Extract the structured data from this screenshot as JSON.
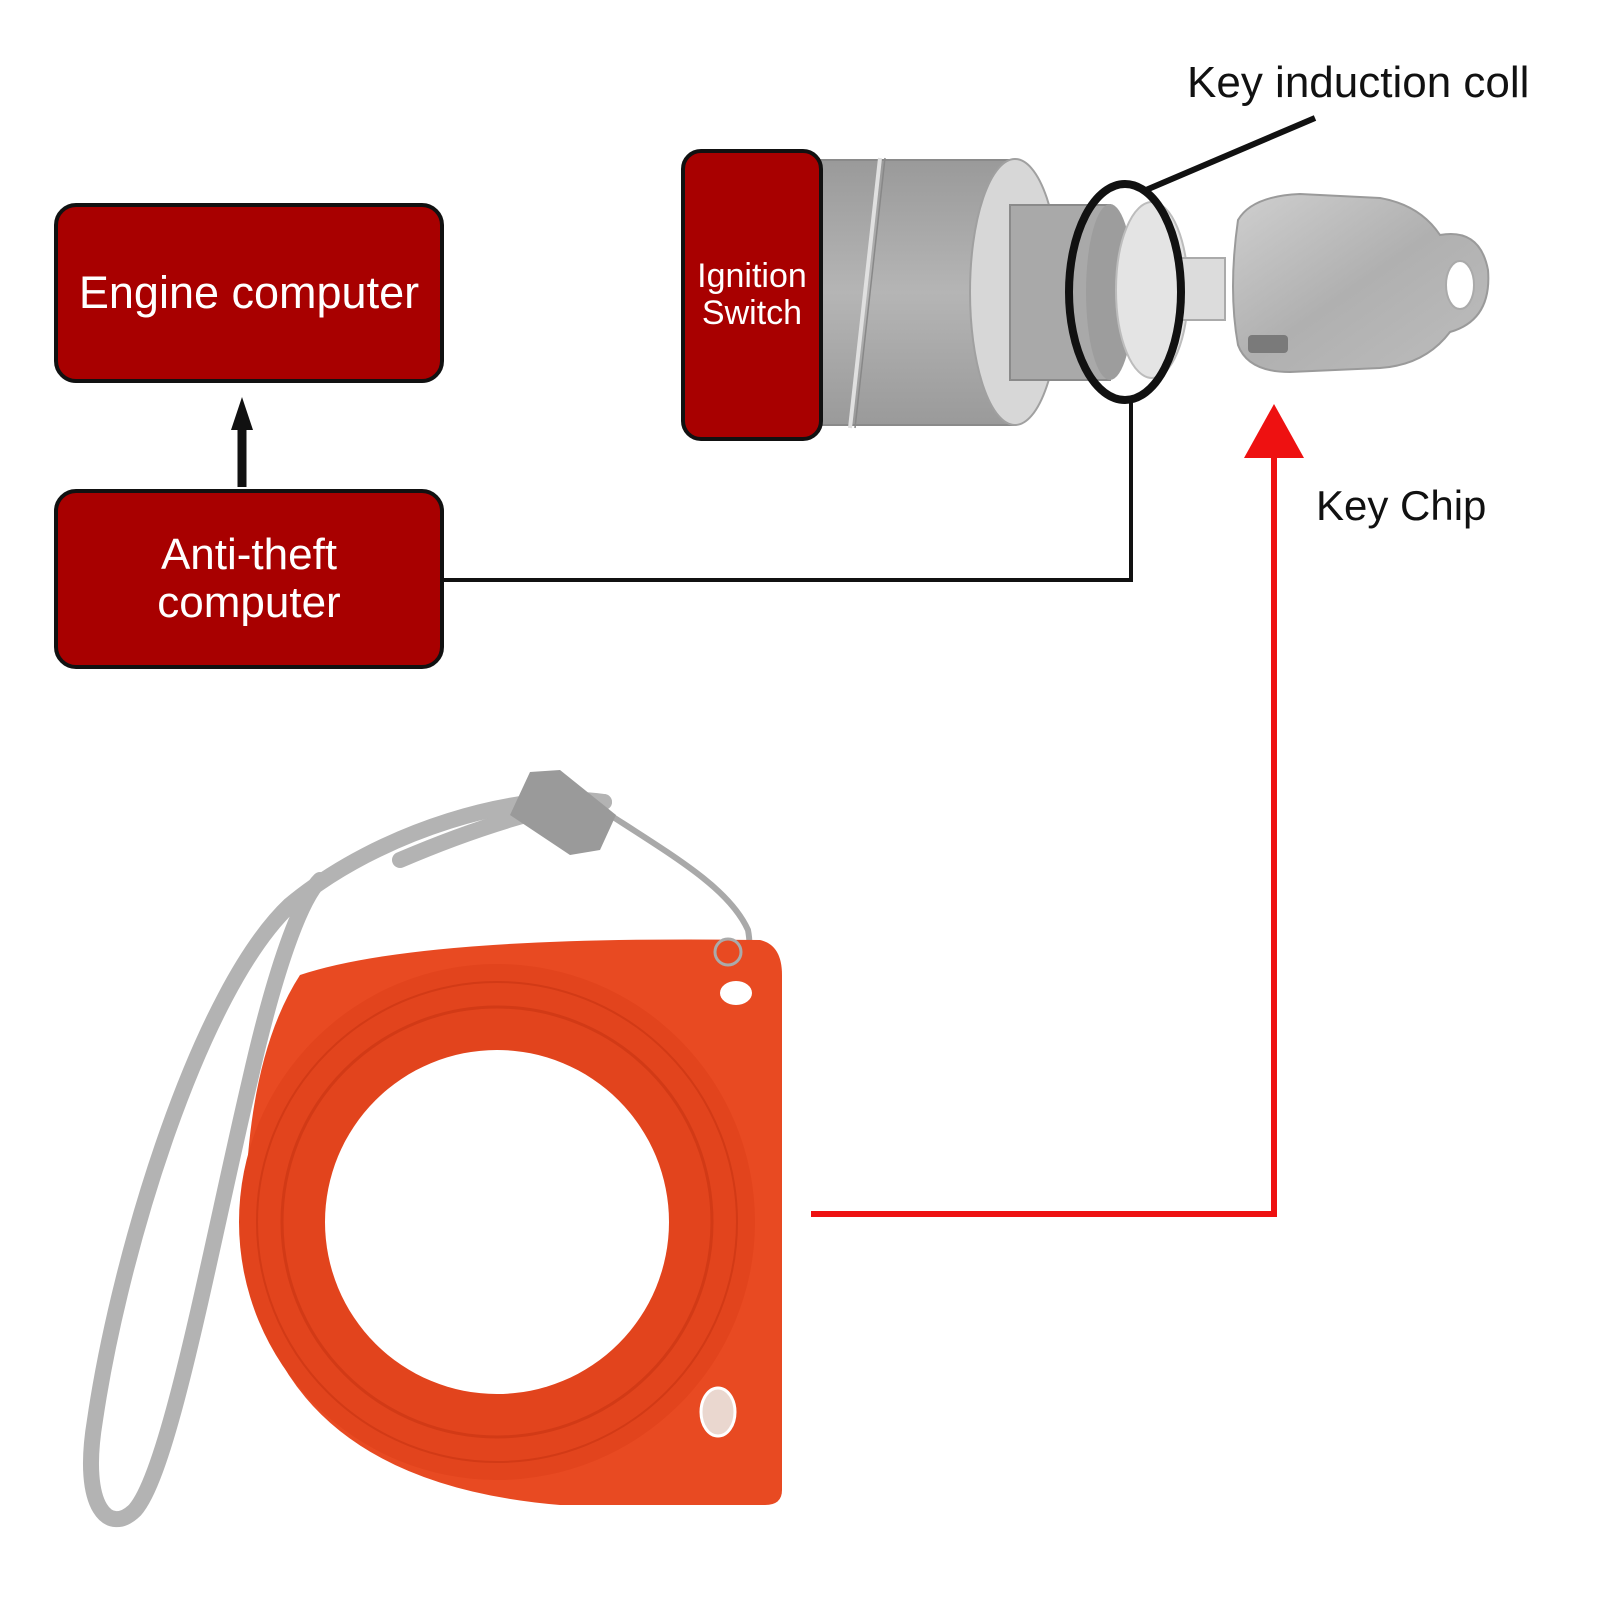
{
  "colors": {
    "box_fill": "#a80000",
    "box_border": "#111111",
    "box_text": "#ffffff",
    "wire": "#111111",
    "signal_arrow": "#ee1111",
    "antenna_ring": "#e84a22",
    "lanyard": "#b3b3b3",
    "cylinder": "#a8a8a8"
  },
  "boxes": {
    "engine_computer": {
      "label": "Engine computer"
    },
    "anti_theft_computer": {
      "line1": "Anti-theft",
      "line2": "computer"
    },
    "ignition_switch": {
      "line1": "Ignition",
      "line2": "Switch"
    }
  },
  "labels": {
    "key_induction_coil": "Key induction coll",
    "key_chip": "Key Chip"
  },
  "icons": {
    "cylinder": "ignition-cylinder-illustration",
    "coil": "induction-coil-ring-icon",
    "key": "transponder-key-icon",
    "antenna": "rfid-antenna-ring-with-lanyard",
    "arrow_up": "arrow-up-icon",
    "signal_arrow": "red-signal-arrow"
  }
}
